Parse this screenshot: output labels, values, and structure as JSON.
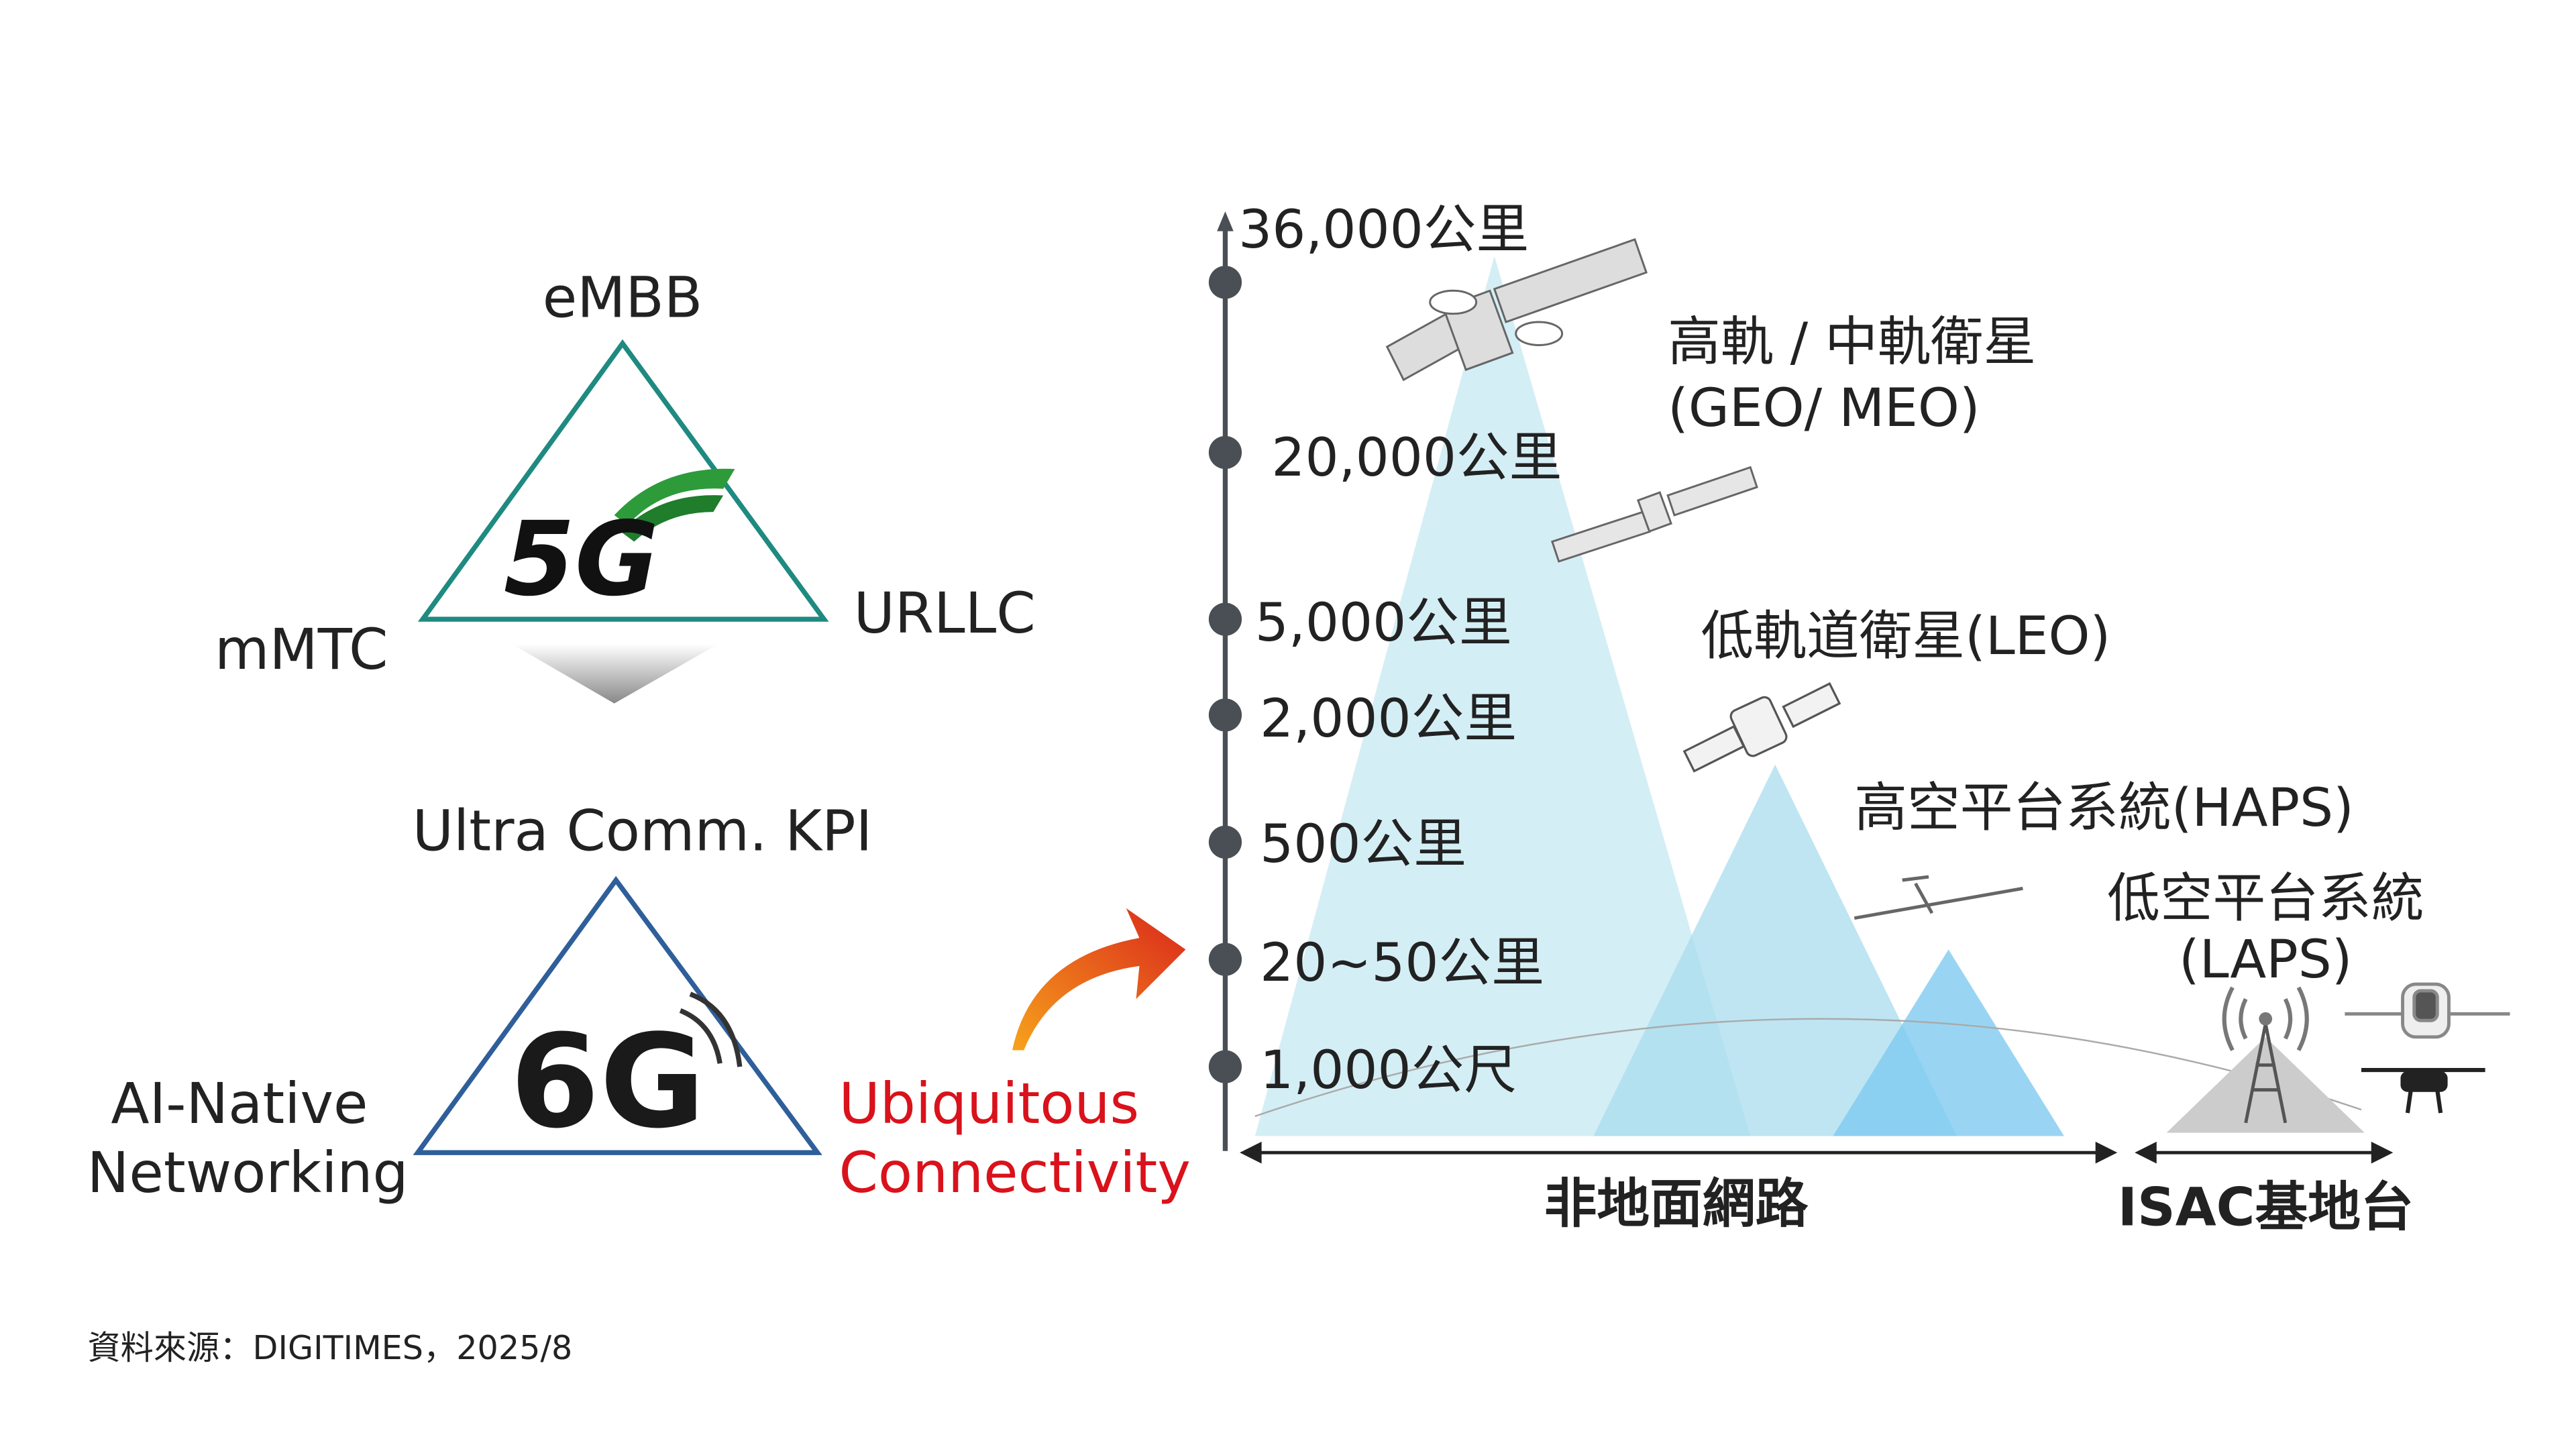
{
  "left": {
    "g5": {
      "top": "eMBB",
      "left": "mMTC",
      "right": "URLLC",
      "logo": "5G"
    },
    "g6": {
      "top": "Ultra Comm. KPI",
      "left_line1": "AI-Native",
      "left_line2": "Networking",
      "right_line1": "Ubiquitous",
      "right_line2": "Connectivity",
      "logo": "6G"
    }
  },
  "axis": {
    "ticks": [
      "36,000公里",
      "20,000公里",
      "5,000公里",
      "2,000公里",
      "500公里",
      "20~50公里",
      "1,000公尺"
    ]
  },
  "labels": {
    "geo_line1": "高軌 / 中軌衛星",
    "geo_line2": "(GEO/ MEO)",
    "leo": "低軌道衛星(LEO)",
    "haps": "高空平台系統(HAPS)",
    "laps_line1": "低空平台系統",
    "laps_line2": "(LAPS)",
    "ntn": "非地面網路",
    "isac": "ISAC基地台"
  },
  "source": "資料來源：DIGITIMES，2025/8",
  "colors": {
    "teal": "#1e8a80",
    "blue": "#2f5f9a",
    "red": "#d9121b",
    "axis": "#4a4f55"
  }
}
